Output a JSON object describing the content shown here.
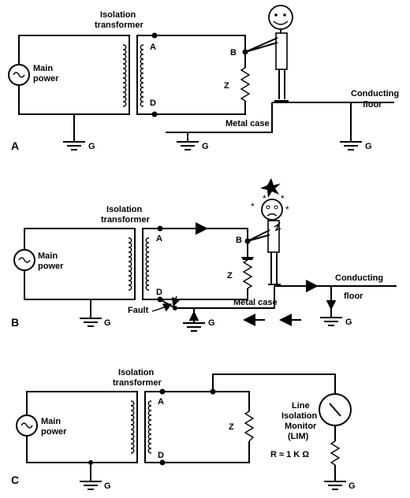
{
  "labels": {
    "isolation": "Isolation",
    "transformer": "transformer",
    "main": "Main",
    "power": "power",
    "A": "A",
    "B": "B",
    "D": "D",
    "Z": "Z",
    "G": "G",
    "conducting": "Conducting",
    "floor": "floor",
    "metal_case": "Metal case",
    "fault": "Fault",
    "line": "Line",
    "isolation_lim": "Isolation",
    "monitor": "Monitor",
    "lim": "(LIM)",
    "resistance": "R ≈ 1 K Ω"
  },
  "panels": {
    "a": "A",
    "b": "B",
    "c": "C"
  }
}
